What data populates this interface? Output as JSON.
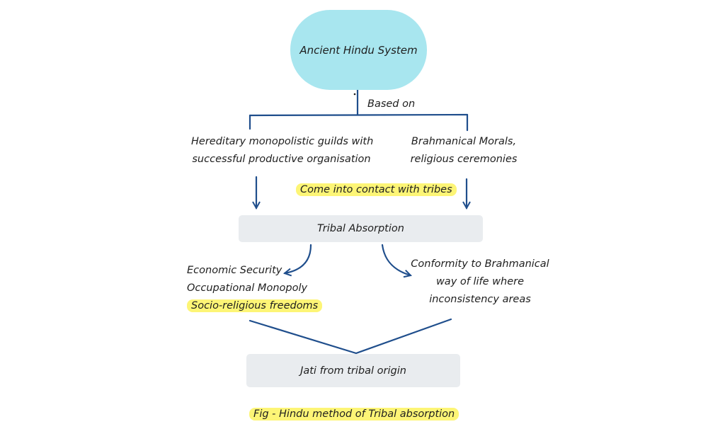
{
  "diagram": {
    "top_node": "Ancient Hindu System",
    "based_on_label": "Based on",
    "left_branch": {
      "line1": "Hereditary monopolistic guilds with",
      "line2": "successful productive organisation"
    },
    "right_branch": {
      "line1": "Brahmanical Morals,",
      "line2": "religious ceremonies"
    },
    "contact_label": "Come into contact with tribes",
    "middle_node": "Tribal Absorption",
    "left_outcome": {
      "line1": "Economic Security",
      "line2": "Occupational Monopoly",
      "line3": "Socio-religious freedoms"
    },
    "right_outcome": {
      "line1": "Conformity to Brahmanical",
      "line2": "way of life where",
      "line3": "inconsistency areas"
    },
    "bottom_node": "Jati from tribal origin",
    "caption": "Fig - Hindu method of Tribal absorption"
  },
  "colors": {
    "line": "#1f4e8c",
    "pill_fill": "#a8e6ef",
    "box_fill": "#e9ecef",
    "highlight": "#fdf576"
  }
}
